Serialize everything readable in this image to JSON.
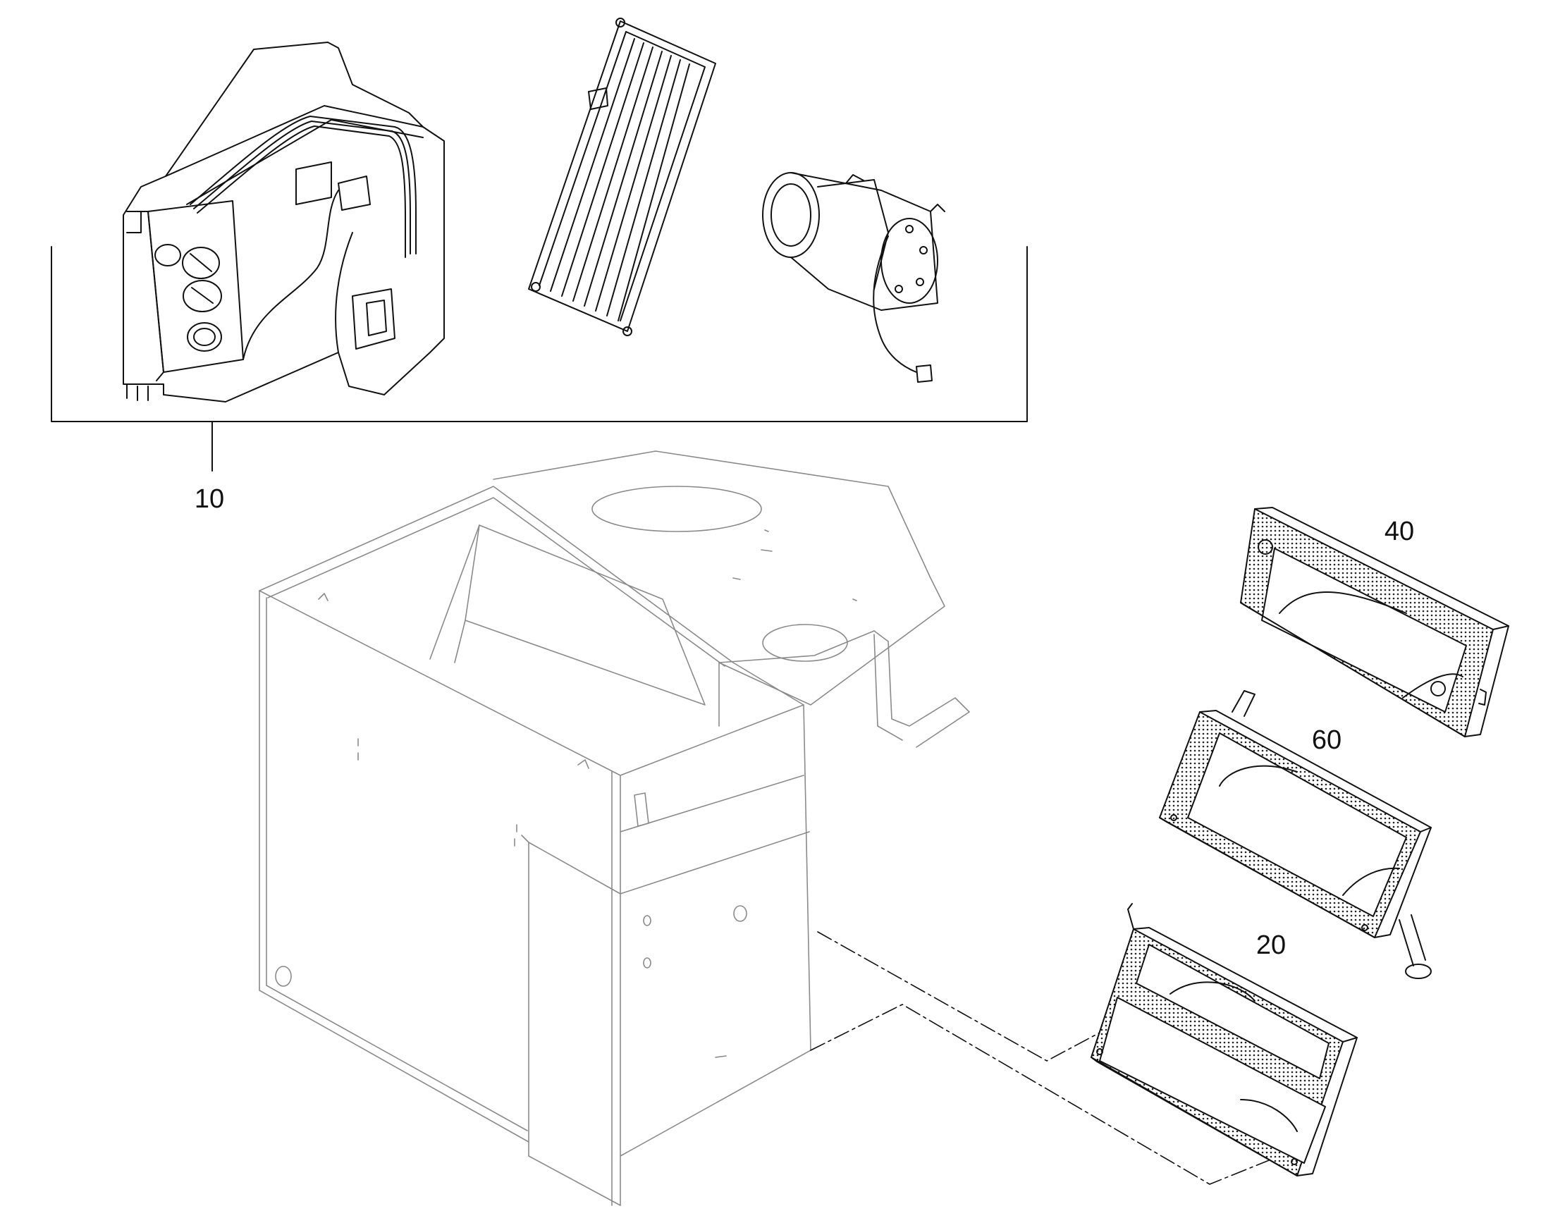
{
  "callouts": {
    "group_set": "10",
    "part_a": "40",
    "part_b": "60",
    "part_c": "20"
  },
  "colors": {
    "ink": "#111111",
    "ghost_ink": "#8a8a8a",
    "background": "#ffffff"
  }
}
